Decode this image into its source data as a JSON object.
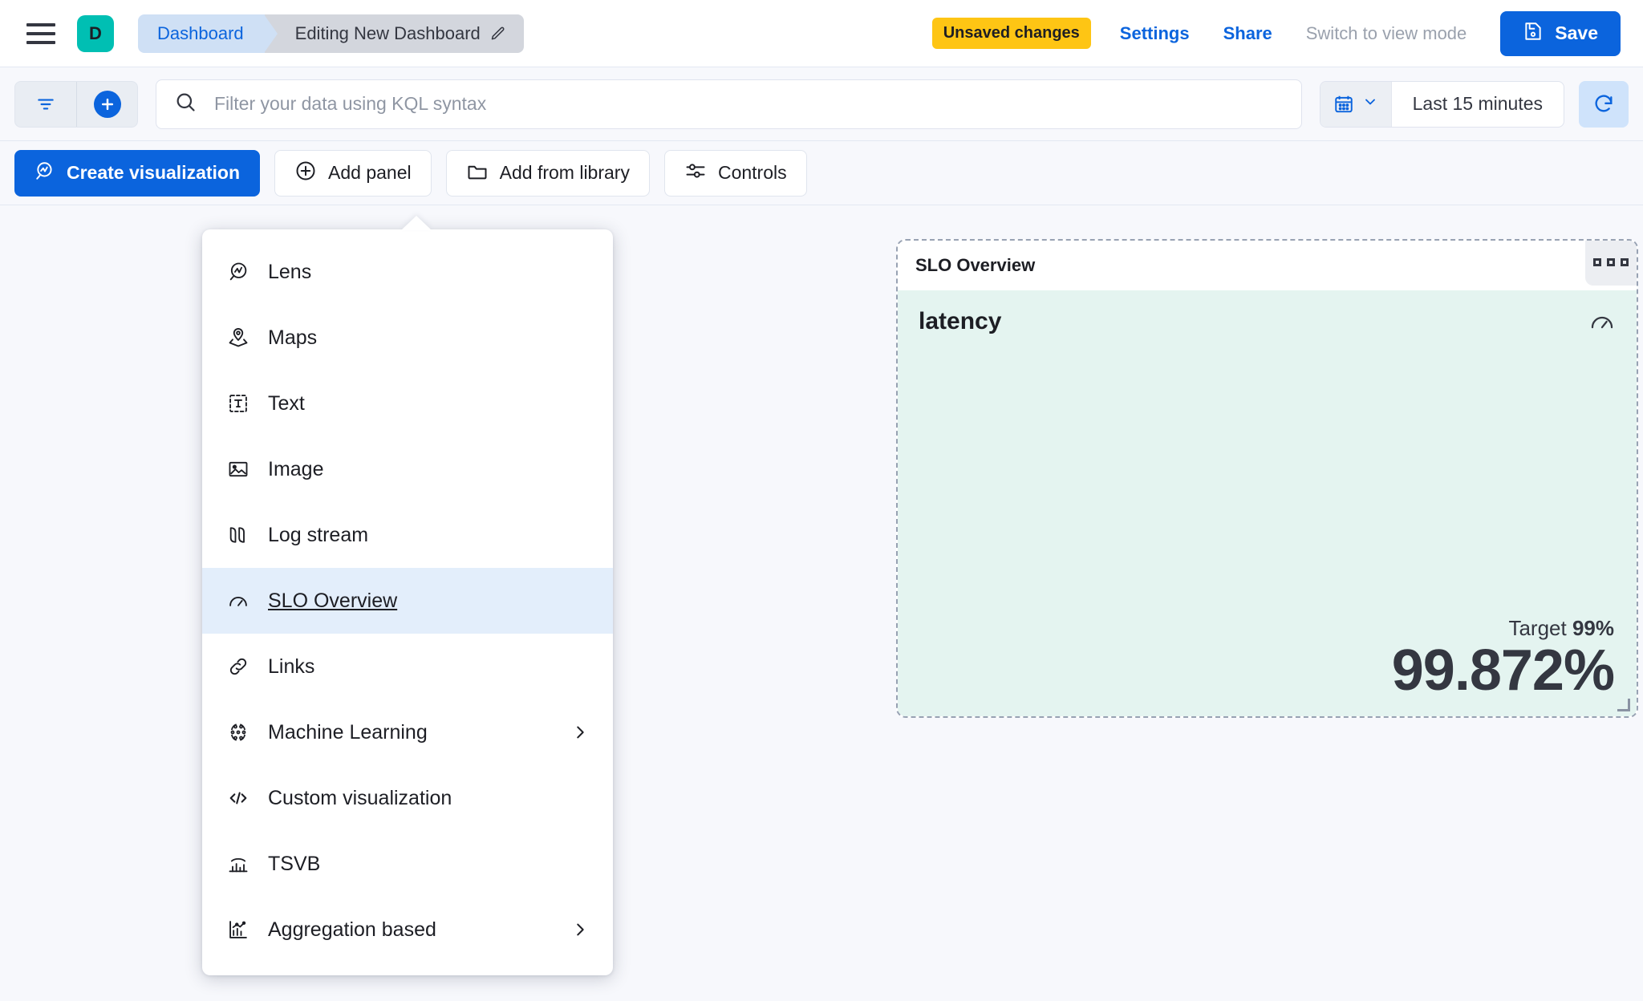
{
  "header": {
    "menu_icon": "hamburger-icon",
    "space_initial": "D",
    "breadcrumb_first": "Dashboard",
    "breadcrumb_last": "Editing New Dashboard",
    "unsaved_badge": "Unsaved changes",
    "settings_link": "Settings",
    "share_link": "Share",
    "view_mode_link": "Switch to view mode",
    "save_label": "Save"
  },
  "querybar": {
    "search_placeholder": "Filter your data using KQL syntax",
    "date_range": "Last 15 minutes",
    "filter_icon": "filter-icon",
    "add_filter_icon": "plus-icon",
    "calendar_icon": "calendar-icon",
    "refresh_icon": "refresh-icon"
  },
  "toolbar": {
    "create_visualization": "Create visualization",
    "add_panel": "Add panel",
    "add_from_library": "Add from library",
    "controls": "Controls"
  },
  "add_panel_menu": {
    "items": [
      {
        "label": "Lens",
        "icon": "lens-icon",
        "submenu": false,
        "selected": false
      },
      {
        "label": "Maps",
        "icon": "maps-icon",
        "submenu": false,
        "selected": false
      },
      {
        "label": "Text",
        "icon": "text-icon",
        "submenu": false,
        "selected": false
      },
      {
        "label": "Image",
        "icon": "image-icon",
        "submenu": false,
        "selected": false
      },
      {
        "label": "Log stream",
        "icon": "log-stream-icon",
        "submenu": false,
        "selected": false
      },
      {
        "label": "SLO Overview",
        "icon": "gauge-icon",
        "submenu": false,
        "selected": true
      },
      {
        "label": "Links",
        "icon": "link-icon",
        "submenu": false,
        "selected": false
      },
      {
        "label": "Machine Learning",
        "icon": "machine-learning-icon",
        "submenu": true,
        "selected": false
      },
      {
        "label": "Custom visualization",
        "icon": "code-icon",
        "submenu": false,
        "selected": false
      },
      {
        "label": "TSVB",
        "icon": "tsvb-icon",
        "submenu": false,
        "selected": false
      },
      {
        "label": "Aggregation based",
        "icon": "aggregation-icon",
        "submenu": true,
        "selected": false
      }
    ]
  },
  "slo_panel": {
    "title": "SLO Overview",
    "metric_name": "latency",
    "target_label": "Target",
    "target_value": "99%",
    "current_value": "99.872%",
    "body_color": "#e4f4f0",
    "context_icon": "grid-dots-icon",
    "gauge_icon": "gauge-icon"
  },
  "colors": {
    "accent": "#0b64dd",
    "warning": "#FEC514",
    "space": "#00BFB3",
    "panel_body": "#e4f4f0",
    "canvas": "#f7f8fc"
  }
}
